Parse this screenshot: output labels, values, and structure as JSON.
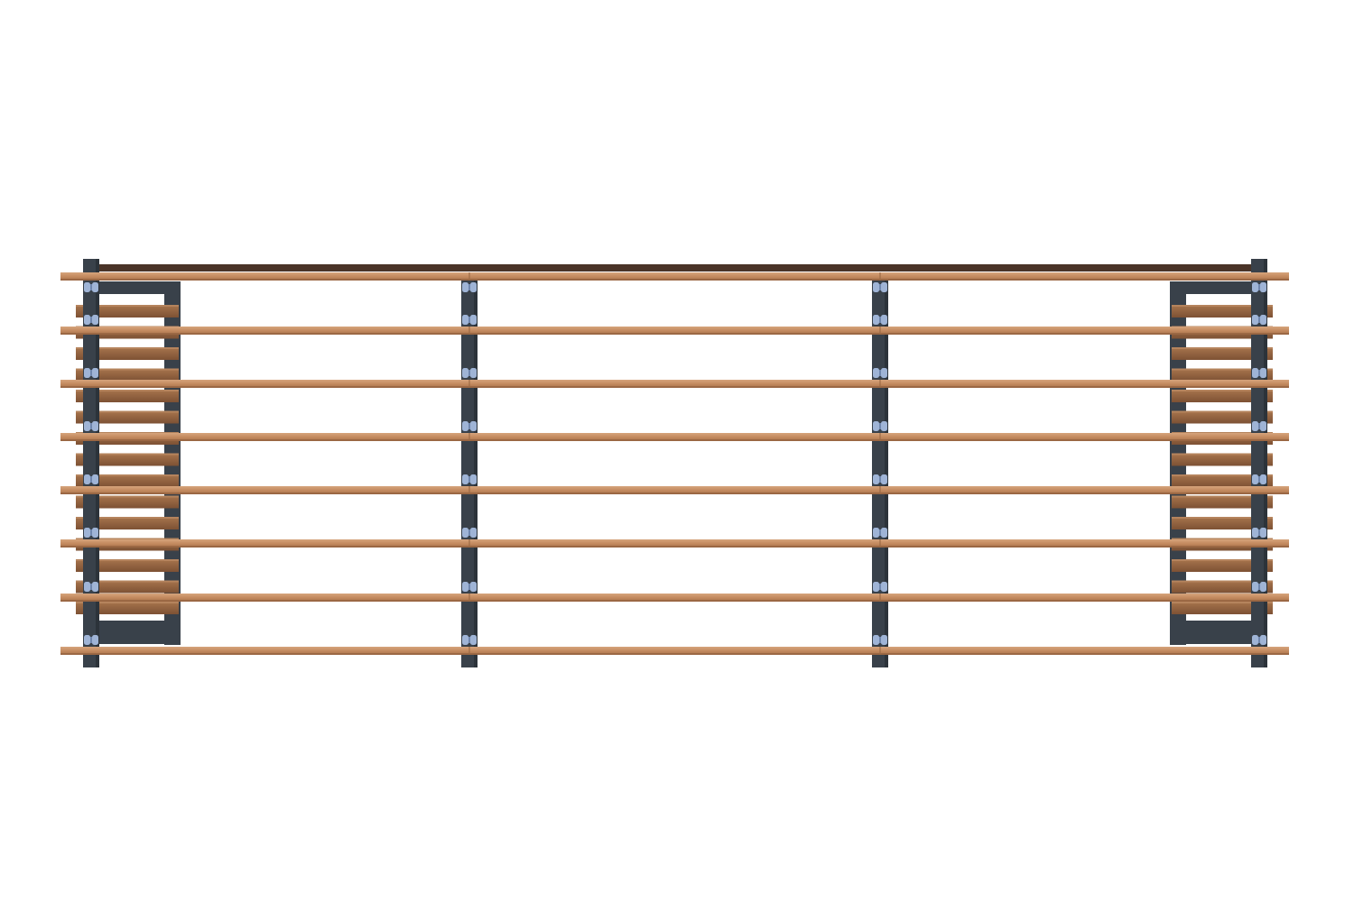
{
  "scene": {
    "subject": "wooden-slat-shelving-unit",
    "shelf_count": 8,
    "bay_count": 3,
    "colors": {
      "background": "#ffffff",
      "frame": "#39414a",
      "frame_dark": "#2c333a",
      "wood_light": "#c9936a",
      "wood_mid": "#b67c52",
      "wood_dark": "#8a5b3a",
      "wood_side": "#9b6a45",
      "top_edge": "#4a3428",
      "clip": "#9fb4d6",
      "clip_dark": "#6f86ad"
    }
  }
}
